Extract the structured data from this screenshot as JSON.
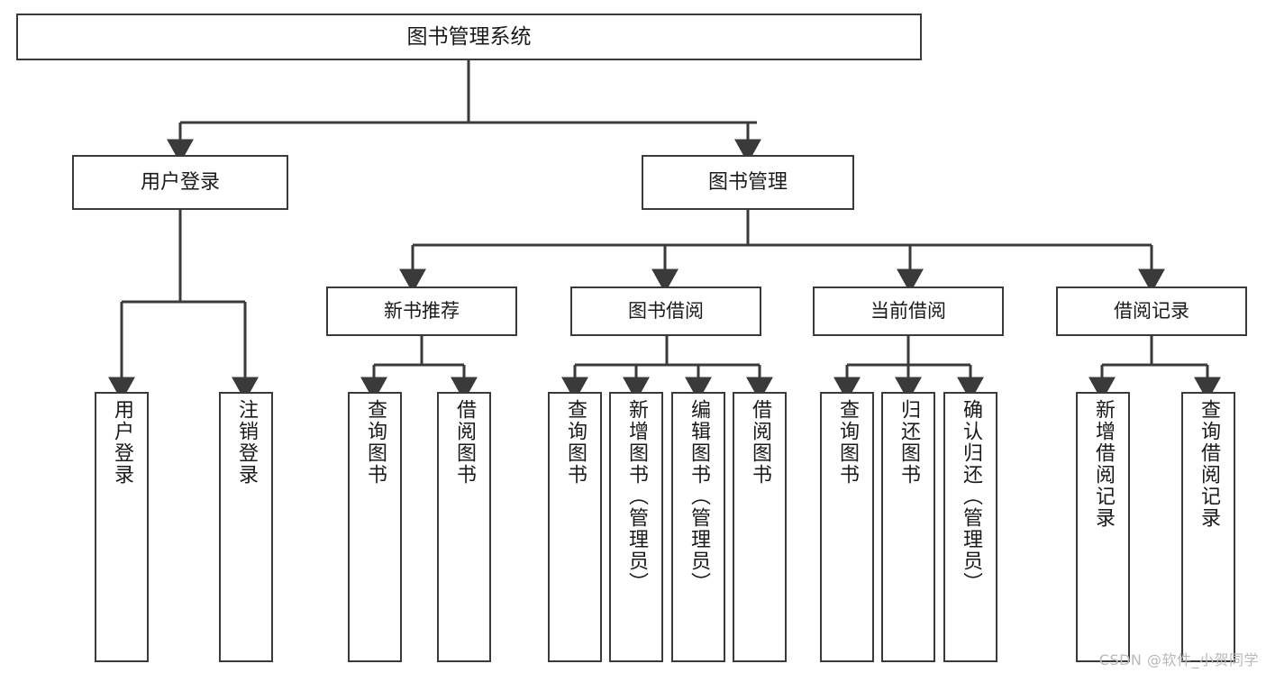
{
  "diagram": {
    "title": "图书管理系统",
    "type": "tree",
    "watermark": "CSDN @软件_小贺同学",
    "colors": {
      "stroke": "#3a3a3a",
      "fill": "#ffffff",
      "text": "#1a1a1a",
      "watermark": "#b9b9b9"
    },
    "nodes": {
      "root": {
        "label": "图书管理系统"
      },
      "level2": [
        {
          "id": "user-login",
          "label": "用户登录"
        },
        {
          "id": "book-management",
          "label": "图书管理"
        }
      ],
      "level3": [
        {
          "id": "new-book-recommend",
          "label": "新书推荐"
        },
        {
          "id": "book-borrow",
          "label": "图书借阅"
        },
        {
          "id": "current-borrow",
          "label": "当前借阅"
        },
        {
          "id": "borrow-record",
          "label": "借阅记录"
        }
      ],
      "leaves": {
        "user-login": [
          {
            "id": "leaf-user-login",
            "label": "用户登录"
          },
          {
            "id": "leaf-logout-login",
            "label": "注销登录"
          }
        ],
        "new-book-recommend": [
          {
            "id": "leaf-query-book-1",
            "label": "查询图书"
          },
          {
            "id": "leaf-borrow-book-1",
            "label": "借阅图书"
          }
        ],
        "book-borrow": [
          {
            "id": "leaf-query-book-2",
            "label": "查询图书"
          },
          {
            "id": "leaf-add-book",
            "label": "新增图书（管理员）"
          },
          {
            "id": "leaf-edit-book",
            "label": "编辑图书（管理员）"
          },
          {
            "id": "leaf-borrow-book-2",
            "label": "借阅图书"
          }
        ],
        "current-borrow": [
          {
            "id": "leaf-query-book-3",
            "label": "查询图书"
          },
          {
            "id": "leaf-return-book",
            "label": "归还图书"
          },
          {
            "id": "leaf-confirm-return",
            "label": "确认归还（管理员）"
          }
        ],
        "borrow-record": [
          {
            "id": "leaf-add-record",
            "label": "新增借阅记录"
          },
          {
            "id": "leaf-query-record",
            "label": "查询借阅记录"
          }
        ]
      }
    }
  }
}
